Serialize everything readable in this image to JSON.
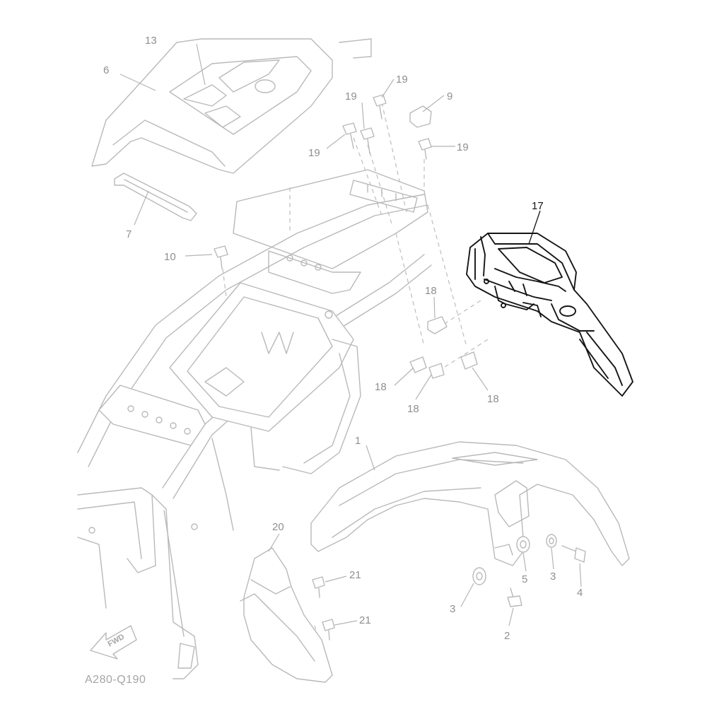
{
  "diagram": {
    "code": "A280-Q190",
    "fwd_label": "FWD",
    "highlight_color": "#151515",
    "ghost_color": "#b9b9b9",
    "callouts": {
      "c13": "13",
      "c6": "6",
      "c7": "7",
      "c10": "10",
      "c19a": "19",
      "c19b": "19",
      "c19c": "19",
      "c19d": "19",
      "c9": "9",
      "c17": "17",
      "c18a": "18",
      "c18b": "18",
      "c18c": "18",
      "c18d": "18",
      "c1": "1",
      "c20": "20",
      "c21a": "21",
      "c21b": "21",
      "c2": "2",
      "c3a": "3",
      "c3b": "3",
      "c4": "4",
      "c5": "5"
    }
  }
}
